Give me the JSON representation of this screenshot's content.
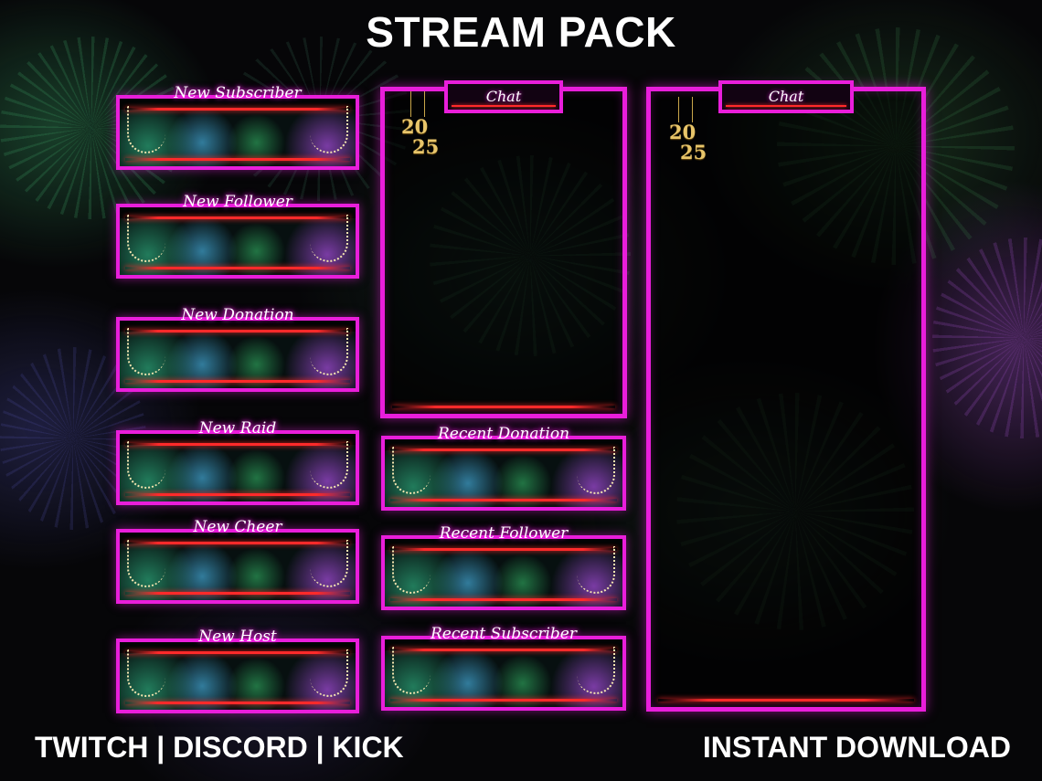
{
  "header": {
    "title": "STREAM PACK"
  },
  "footer": {
    "left_text": "TWITCH | DISCORD | KICK",
    "right_text": "INSTANT DOWNLOAD"
  },
  "alerts": [
    {
      "label": "New Subscriber"
    },
    {
      "label": "New Follower"
    },
    {
      "label": "New Donation"
    },
    {
      "label": "New Raid"
    },
    {
      "label": "New Cheer"
    },
    {
      "label": "New Host"
    }
  ],
  "recent_panels": [
    {
      "label": "Recent Donation"
    },
    {
      "label": "Recent Follower"
    },
    {
      "label": "Recent Subscriber"
    }
  ],
  "chat_panels": [
    {
      "label": "Chat",
      "year_top": "20",
      "year_bottom": "25"
    },
    {
      "label": "Chat",
      "year_top": "20",
      "year_bottom": "25"
    }
  ],
  "colors": {
    "frame": "#e91edb",
    "accent_line": "#ff2a2a",
    "year_gold": "#e8c56a",
    "background": "#060608"
  }
}
